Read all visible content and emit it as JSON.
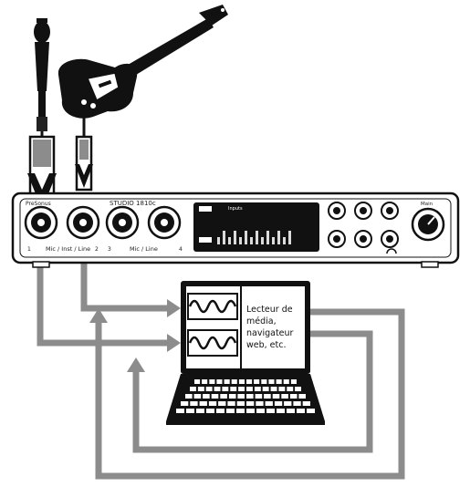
{
  "device": {
    "model_label": "STUDIO 1810c",
    "brand_label": "PreSonus",
    "input_label_left": "Mic / Inst / Line",
    "input_label_right": "Mic / Line",
    "input_numbers": [
      "1",
      "2",
      "3",
      "4"
    ],
    "display_title": "Inputs",
    "main_label": "Main"
  },
  "laptop": {
    "screen_text": "Lecteur de\nmédia,\nnavigateur\nweb, etc."
  },
  "colors": {
    "line_gray": "#8c8c8c",
    "ink": "#111111"
  }
}
